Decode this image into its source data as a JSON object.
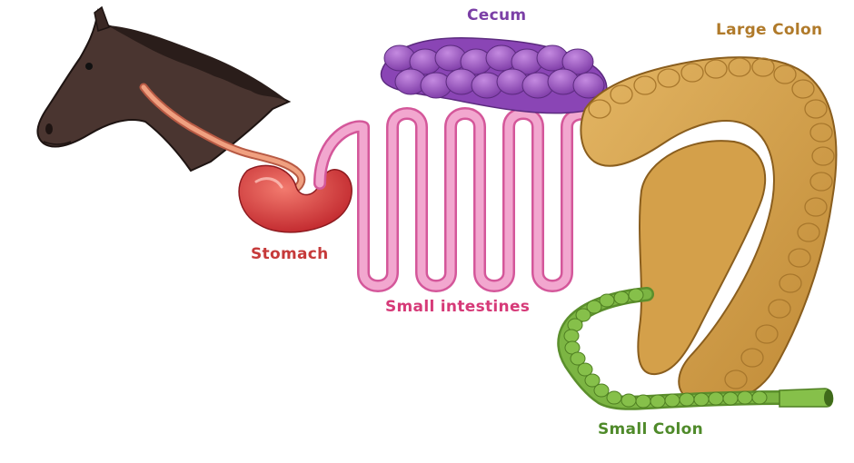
{
  "labels": {
    "cecum": "Cecum",
    "large_colon": "Large Colon",
    "stomach": "Stomach",
    "small_intestines": "Small intestines",
    "small_colon": "Small Colon"
  },
  "colors": {
    "horse": "#4a3530",
    "horse_mane": "#2a1d1a",
    "esophagus": "#e8866a",
    "stomach": "#d63a3a",
    "small_intestines": "#ee8cc0",
    "cecum": "#9a4fc2",
    "large_colon": "#d4a04a",
    "small_colon": "#7cb543",
    "label_cecum": "#7b3fa6",
    "label_large_colon": "#b07a2a",
    "label_stomach": "#c63a3a",
    "label_small_intestines": "#d63a78",
    "label_small_colon": "#4f8a2a"
  }
}
